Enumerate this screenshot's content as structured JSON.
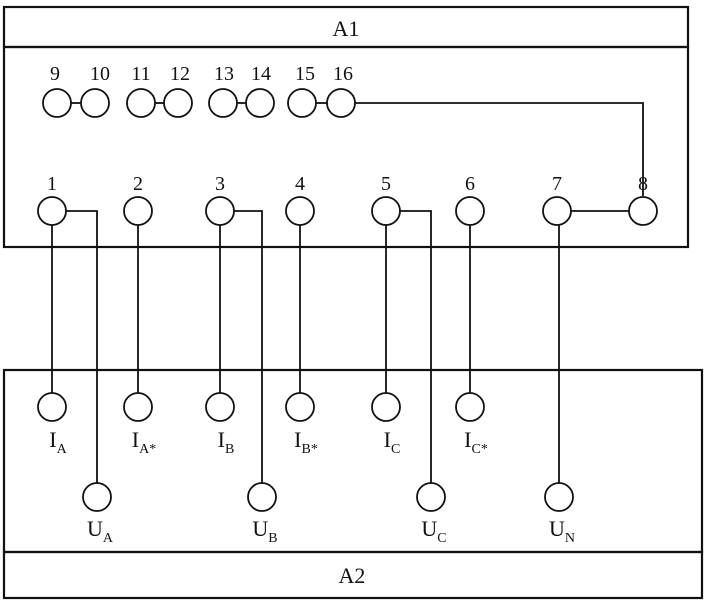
{
  "blocks": {
    "top_label": "A1",
    "bottom_label": "A2"
  },
  "a1_upper_terminals": [
    {
      "label": "9"
    },
    {
      "label": "10"
    },
    {
      "label": "11"
    },
    {
      "label": "12"
    },
    {
      "label": "13"
    },
    {
      "label": "14"
    },
    {
      "label": "15"
    },
    {
      "label": "16"
    }
  ],
  "a1_lower_terminals": [
    {
      "label": "1"
    },
    {
      "label": "2"
    },
    {
      "label": "3"
    },
    {
      "label": "4"
    },
    {
      "label": "5"
    },
    {
      "label": "6"
    },
    {
      "label": "7"
    },
    {
      "label": "8"
    }
  ],
  "a2_current_terminals": [
    {
      "main": "I",
      "sub": "A"
    },
    {
      "main": "I",
      "sub": "A*"
    },
    {
      "main": "I",
      "sub": "B"
    },
    {
      "main": "I",
      "sub": "B*"
    },
    {
      "main": "I",
      "sub": "C"
    },
    {
      "main": "I",
      "sub": "C*"
    }
  ],
  "a2_voltage_terminals": [
    {
      "main": "U",
      "sub": "A"
    },
    {
      "main": "U",
      "sub": "B"
    },
    {
      "main": "U",
      "sub": "C"
    },
    {
      "main": "U",
      "sub": "N"
    }
  ]
}
